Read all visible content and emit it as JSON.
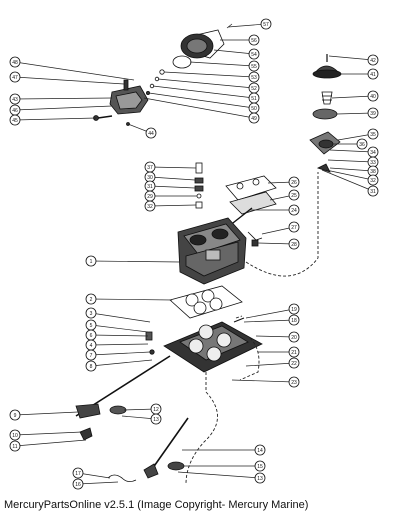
{
  "caption": "MercuryPartsOnline v2.5.1 (Image Copyright- Mercury Marine)",
  "callouts": [
    {
      "id": "c57",
      "label": "57",
      "side": "right"
    },
    {
      "id": "c56",
      "label": "56",
      "side": "right"
    },
    {
      "id": "c54",
      "label": "54",
      "side": "right"
    },
    {
      "id": "c55",
      "label": "55",
      "side": "right"
    },
    {
      "id": "c53",
      "label": "53",
      "side": "right"
    },
    {
      "id": "c52",
      "label": "52",
      "side": "right"
    },
    {
      "id": "c51",
      "label": "51",
      "side": "right"
    },
    {
      "id": "c50",
      "label": "50",
      "side": "right"
    },
    {
      "id": "c49",
      "label": "49",
      "side": "right"
    },
    {
      "id": "c48",
      "label": "48",
      "side": "left"
    },
    {
      "id": "c47",
      "label": "47",
      "side": "left"
    },
    {
      "id": "c43",
      "label": "43",
      "side": "left"
    },
    {
      "id": "c46",
      "label": "46",
      "side": "left"
    },
    {
      "id": "c45",
      "label": "45",
      "side": "left"
    },
    {
      "id": "c44",
      "label": "44",
      "side": "left"
    },
    {
      "id": "c42",
      "label": "42",
      "side": "right"
    },
    {
      "id": "c41",
      "label": "41",
      "side": "right"
    },
    {
      "id": "c40",
      "label": "40",
      "side": "right"
    },
    {
      "id": "c39",
      "label": "39",
      "side": "right"
    },
    {
      "id": "c35",
      "label": "35",
      "side": "right"
    },
    {
      "id": "c36",
      "label": "36",
      "side": "right"
    },
    {
      "id": "c34",
      "label": "34",
      "side": "right"
    },
    {
      "id": "c33",
      "label": "33",
      "side": "right"
    },
    {
      "id": "c38",
      "label": "38",
      "side": "right"
    },
    {
      "id": "c32",
      "label": "32",
      "side": "right"
    },
    {
      "id": "c31b",
      "label": "31",
      "side": "right"
    },
    {
      "id": "c37",
      "label": "37",
      "side": "left"
    },
    {
      "id": "c30",
      "label": "30",
      "side": "left"
    },
    {
      "id": "c31",
      "label": "31",
      "side": "left"
    },
    {
      "id": "c29b",
      "label": "29",
      "side": "left"
    },
    {
      "id": "c32b",
      "label": "32",
      "side": "left"
    },
    {
      "id": "c26",
      "label": "26",
      "side": "right"
    },
    {
      "id": "c25",
      "label": "25",
      "side": "right"
    },
    {
      "id": "c24",
      "label": "24",
      "side": "right"
    },
    {
      "id": "c27",
      "label": "27",
      "side": "right"
    },
    {
      "id": "c28",
      "label": "28",
      "side": "right"
    },
    {
      "id": "c1",
      "label": "1",
      "side": "left"
    },
    {
      "id": "c2",
      "label": "2",
      "side": "left"
    },
    {
      "id": "c3",
      "label": "3",
      "side": "left"
    },
    {
      "id": "c5",
      "label": "5",
      "side": "left"
    },
    {
      "id": "c6",
      "label": "6",
      "side": "left"
    },
    {
      "id": "c4",
      "label": "4",
      "side": "left"
    },
    {
      "id": "c7",
      "label": "7",
      "side": "left"
    },
    {
      "id": "c8",
      "label": "8",
      "side": "left"
    },
    {
      "id": "c19",
      "label": "19",
      "side": "right"
    },
    {
      "id": "c18",
      "label": "18",
      "side": "right"
    },
    {
      "id": "c20",
      "label": "20",
      "side": "right"
    },
    {
      "id": "c21",
      "label": "21",
      "side": "right"
    },
    {
      "id": "c22",
      "label": "22",
      "side": "right"
    },
    {
      "id": "c23",
      "label": "23",
      "side": "right"
    },
    {
      "id": "c9",
      "label": "9",
      "side": "left"
    },
    {
      "id": "c12",
      "label": "12",
      "side": "right"
    },
    {
      "id": "c13",
      "label": "13",
      "side": "right"
    },
    {
      "id": "c10",
      "label": "10",
      "side": "left"
    },
    {
      "id": "c11",
      "label": "11",
      "side": "left"
    },
    {
      "id": "c14",
      "label": "14",
      "side": "right"
    },
    {
      "id": "c15",
      "label": "15",
      "side": "right"
    },
    {
      "id": "c13b",
      "label": "13",
      "side": "right"
    },
    {
      "id": "c17",
      "label": "17",
      "side": "left"
    },
    {
      "id": "c16",
      "label": "16",
      "side": "left"
    }
  ]
}
